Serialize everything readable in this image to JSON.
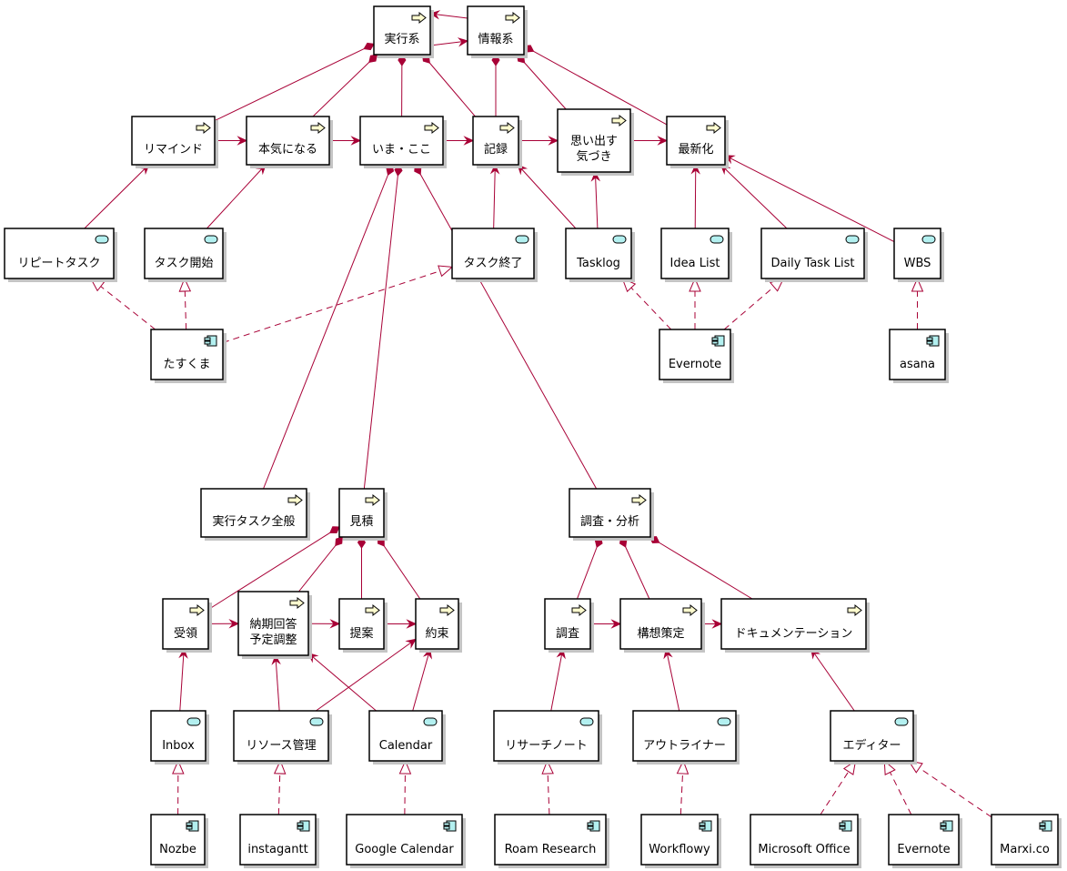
{
  "diagram": {
    "nodes": [
      {
        "id": "jikkou",
        "type": "process",
        "lines": [
          "実行系"
        ]
      },
      {
        "id": "jouhou",
        "type": "process",
        "lines": [
          "情報系"
        ]
      },
      {
        "id": "remind",
        "type": "process",
        "lines": [
          "リマインド"
        ]
      },
      {
        "id": "honki",
        "type": "process",
        "lines": [
          "本気になる"
        ]
      },
      {
        "id": "imakoko",
        "type": "process",
        "lines": [
          "いま・ここ"
        ]
      },
      {
        "id": "kiroku",
        "type": "process",
        "lines": [
          "記録"
        ]
      },
      {
        "id": "omoidasu",
        "type": "process",
        "lines": [
          "思い出す",
          "気づき"
        ]
      },
      {
        "id": "saishin",
        "type": "process",
        "lines": [
          "最新化"
        ]
      },
      {
        "id": "repeat",
        "type": "service",
        "lines": [
          "リピートタスク"
        ]
      },
      {
        "id": "taskstart",
        "type": "service",
        "lines": [
          "タスク開始"
        ]
      },
      {
        "id": "taskend",
        "type": "service",
        "lines": [
          "タスク終了"
        ]
      },
      {
        "id": "tasklog",
        "type": "service",
        "lines": [
          "Tasklog"
        ]
      },
      {
        "id": "idealist",
        "type": "service",
        "lines": [
          "Idea List"
        ]
      },
      {
        "id": "dailytask",
        "type": "service",
        "lines": [
          "Daily Task List"
        ]
      },
      {
        "id": "wbs",
        "type": "service",
        "lines": [
          "WBS"
        ]
      },
      {
        "id": "taskuma",
        "type": "component",
        "lines": [
          "たすくま"
        ]
      },
      {
        "id": "evernote1",
        "type": "component",
        "lines": [
          "Evernote"
        ]
      },
      {
        "id": "asana",
        "type": "component",
        "lines": [
          "asana"
        ]
      },
      {
        "id": "jikkoutask",
        "type": "process",
        "lines": [
          "実行タスク全般"
        ]
      },
      {
        "id": "mitsumori",
        "type": "process",
        "lines": [
          "見積"
        ]
      },
      {
        "id": "chousabun",
        "type": "process",
        "lines": [
          "調査・分析"
        ]
      },
      {
        "id": "juryou",
        "type": "process",
        "lines": [
          "受領"
        ]
      },
      {
        "id": "nouki",
        "type": "process",
        "lines": [
          "納期回答",
          "予定調整"
        ]
      },
      {
        "id": "teian",
        "type": "process",
        "lines": [
          "提案"
        ]
      },
      {
        "id": "yakusoku",
        "type": "process",
        "lines": [
          "約束"
        ]
      },
      {
        "id": "chousa",
        "type": "process",
        "lines": [
          "調査"
        ]
      },
      {
        "id": "kousou",
        "type": "process",
        "lines": [
          "構想策定"
        ]
      },
      {
        "id": "document",
        "type": "process",
        "lines": [
          "ドキュメンテーション"
        ]
      },
      {
        "id": "inbox",
        "type": "service",
        "lines": [
          "Inbox"
        ]
      },
      {
        "id": "resource",
        "type": "service",
        "lines": [
          "リソース管理"
        ]
      },
      {
        "id": "calendar",
        "type": "service",
        "lines": [
          "Calendar"
        ]
      },
      {
        "id": "researchnote",
        "type": "service",
        "lines": [
          "リサーチノート"
        ]
      },
      {
        "id": "outliner",
        "type": "service",
        "lines": [
          "アウトライナー"
        ]
      },
      {
        "id": "editor",
        "type": "service",
        "lines": [
          "エディター"
        ]
      },
      {
        "id": "nozbe",
        "type": "component",
        "lines": [
          "Nozbe"
        ]
      },
      {
        "id": "instagantt",
        "type": "component",
        "lines": [
          "instagantt"
        ]
      },
      {
        "id": "gcal",
        "type": "component",
        "lines": [
          "Google Calendar"
        ]
      },
      {
        "id": "roam",
        "type": "component",
        "lines": [
          "Roam Research"
        ]
      },
      {
        "id": "workflowy",
        "type": "component",
        "lines": [
          "Workflowy"
        ]
      },
      {
        "id": "msoffice",
        "type": "component",
        "lines": [
          "Microsoft Office"
        ]
      },
      {
        "id": "evernote2",
        "type": "component",
        "lines": [
          "Evernote"
        ]
      },
      {
        "id": "marxi",
        "type": "component",
        "lines": [
          "Marxi.co"
        ]
      }
    ],
    "edges": [
      {
        "from": "jikkou",
        "to": "remind",
        "kind": "composition"
      },
      {
        "from": "jikkou",
        "to": "honki",
        "kind": "composition"
      },
      {
        "from": "jikkou",
        "to": "imakoko",
        "kind": "composition"
      },
      {
        "from": "jikkou",
        "to": "kiroku",
        "kind": "composition"
      },
      {
        "from": "jouhou",
        "to": "kiroku",
        "kind": "composition"
      },
      {
        "from": "jouhou",
        "to": "omoidasu",
        "kind": "composition"
      },
      {
        "from": "jouhou",
        "to": "saishin",
        "kind": "composition"
      },
      {
        "from": "jikkou",
        "to": "jouhou",
        "kind": "flow"
      },
      {
        "from": "jouhou",
        "to": "jikkou",
        "kind": "flow"
      },
      {
        "from": "remind",
        "to": "honki",
        "kind": "flow"
      },
      {
        "from": "honki",
        "to": "imakoko",
        "kind": "flow"
      },
      {
        "from": "imakoko",
        "to": "kiroku",
        "kind": "flow"
      },
      {
        "from": "kiroku",
        "to": "omoidasu",
        "kind": "flow"
      },
      {
        "from": "omoidasu",
        "to": "saishin",
        "kind": "flow"
      },
      {
        "from": "repeat",
        "to": "remind",
        "kind": "serving"
      },
      {
        "from": "taskstart",
        "to": "honki",
        "kind": "serving"
      },
      {
        "from": "taskend",
        "to": "kiroku",
        "kind": "serving"
      },
      {
        "from": "tasklog",
        "to": "kiroku",
        "kind": "serving"
      },
      {
        "from": "tasklog",
        "to": "omoidasu",
        "kind": "serving"
      },
      {
        "from": "idealist",
        "to": "saishin",
        "kind": "serving"
      },
      {
        "from": "dailytask",
        "to": "saishin",
        "kind": "serving"
      },
      {
        "from": "wbs",
        "to": "saishin",
        "kind": "serving"
      },
      {
        "from": "taskuma",
        "to": "repeat",
        "kind": "realization"
      },
      {
        "from": "taskuma",
        "to": "taskstart",
        "kind": "realization"
      },
      {
        "from": "taskuma",
        "to": "taskend",
        "kind": "realization"
      },
      {
        "from": "evernote1",
        "to": "tasklog",
        "kind": "realization"
      },
      {
        "from": "evernote1",
        "to": "idealist",
        "kind": "realization"
      },
      {
        "from": "evernote1",
        "to": "dailytask",
        "kind": "realization"
      },
      {
        "from": "asana",
        "to": "wbs",
        "kind": "realization"
      },
      {
        "from": "imakoko",
        "to": "jikkoutask",
        "kind": "composition"
      },
      {
        "from": "imakoko",
        "to": "mitsumori",
        "kind": "composition"
      },
      {
        "from": "imakoko",
        "to": "chousabun",
        "kind": "composition"
      },
      {
        "from": "mitsumori",
        "to": "juryou",
        "kind": "composition"
      },
      {
        "from": "mitsumori",
        "to": "nouki",
        "kind": "composition"
      },
      {
        "from": "mitsumori",
        "to": "teian",
        "kind": "composition"
      },
      {
        "from": "mitsumori",
        "to": "yakusoku",
        "kind": "composition"
      },
      {
        "from": "juryou",
        "to": "nouki",
        "kind": "flow"
      },
      {
        "from": "nouki",
        "to": "teian",
        "kind": "flow"
      },
      {
        "from": "teian",
        "to": "yakusoku",
        "kind": "flow"
      },
      {
        "from": "inbox",
        "to": "juryou",
        "kind": "serving"
      },
      {
        "from": "resource",
        "to": "nouki",
        "kind": "serving"
      },
      {
        "from": "resource",
        "to": "yakusoku",
        "kind": "serving"
      },
      {
        "from": "calendar",
        "to": "nouki",
        "kind": "serving"
      },
      {
        "from": "calendar",
        "to": "yakusoku",
        "kind": "serving"
      },
      {
        "from": "nozbe",
        "to": "inbox",
        "kind": "realization"
      },
      {
        "from": "instagantt",
        "to": "resource",
        "kind": "realization"
      },
      {
        "from": "gcal",
        "to": "calendar",
        "kind": "realization"
      },
      {
        "from": "chousabun",
        "to": "chousa",
        "kind": "composition"
      },
      {
        "from": "chousabun",
        "to": "kousou",
        "kind": "composition"
      },
      {
        "from": "chousabun",
        "to": "document",
        "kind": "composition"
      },
      {
        "from": "chousa",
        "to": "kousou",
        "kind": "flow"
      },
      {
        "from": "kousou",
        "to": "document",
        "kind": "flow"
      },
      {
        "from": "researchnote",
        "to": "chousa",
        "kind": "serving"
      },
      {
        "from": "outliner",
        "to": "kousou",
        "kind": "serving"
      },
      {
        "from": "editor",
        "to": "document",
        "kind": "serving"
      },
      {
        "from": "roam",
        "to": "researchnote",
        "kind": "realization"
      },
      {
        "from": "workflowy",
        "to": "outliner",
        "kind": "realization"
      },
      {
        "from": "msoffice",
        "to": "editor",
        "kind": "realization"
      },
      {
        "from": "evernote2",
        "to": "editor",
        "kind": "realization"
      },
      {
        "from": "marxi",
        "to": "editor",
        "kind": "realization"
      }
    ]
  }
}
